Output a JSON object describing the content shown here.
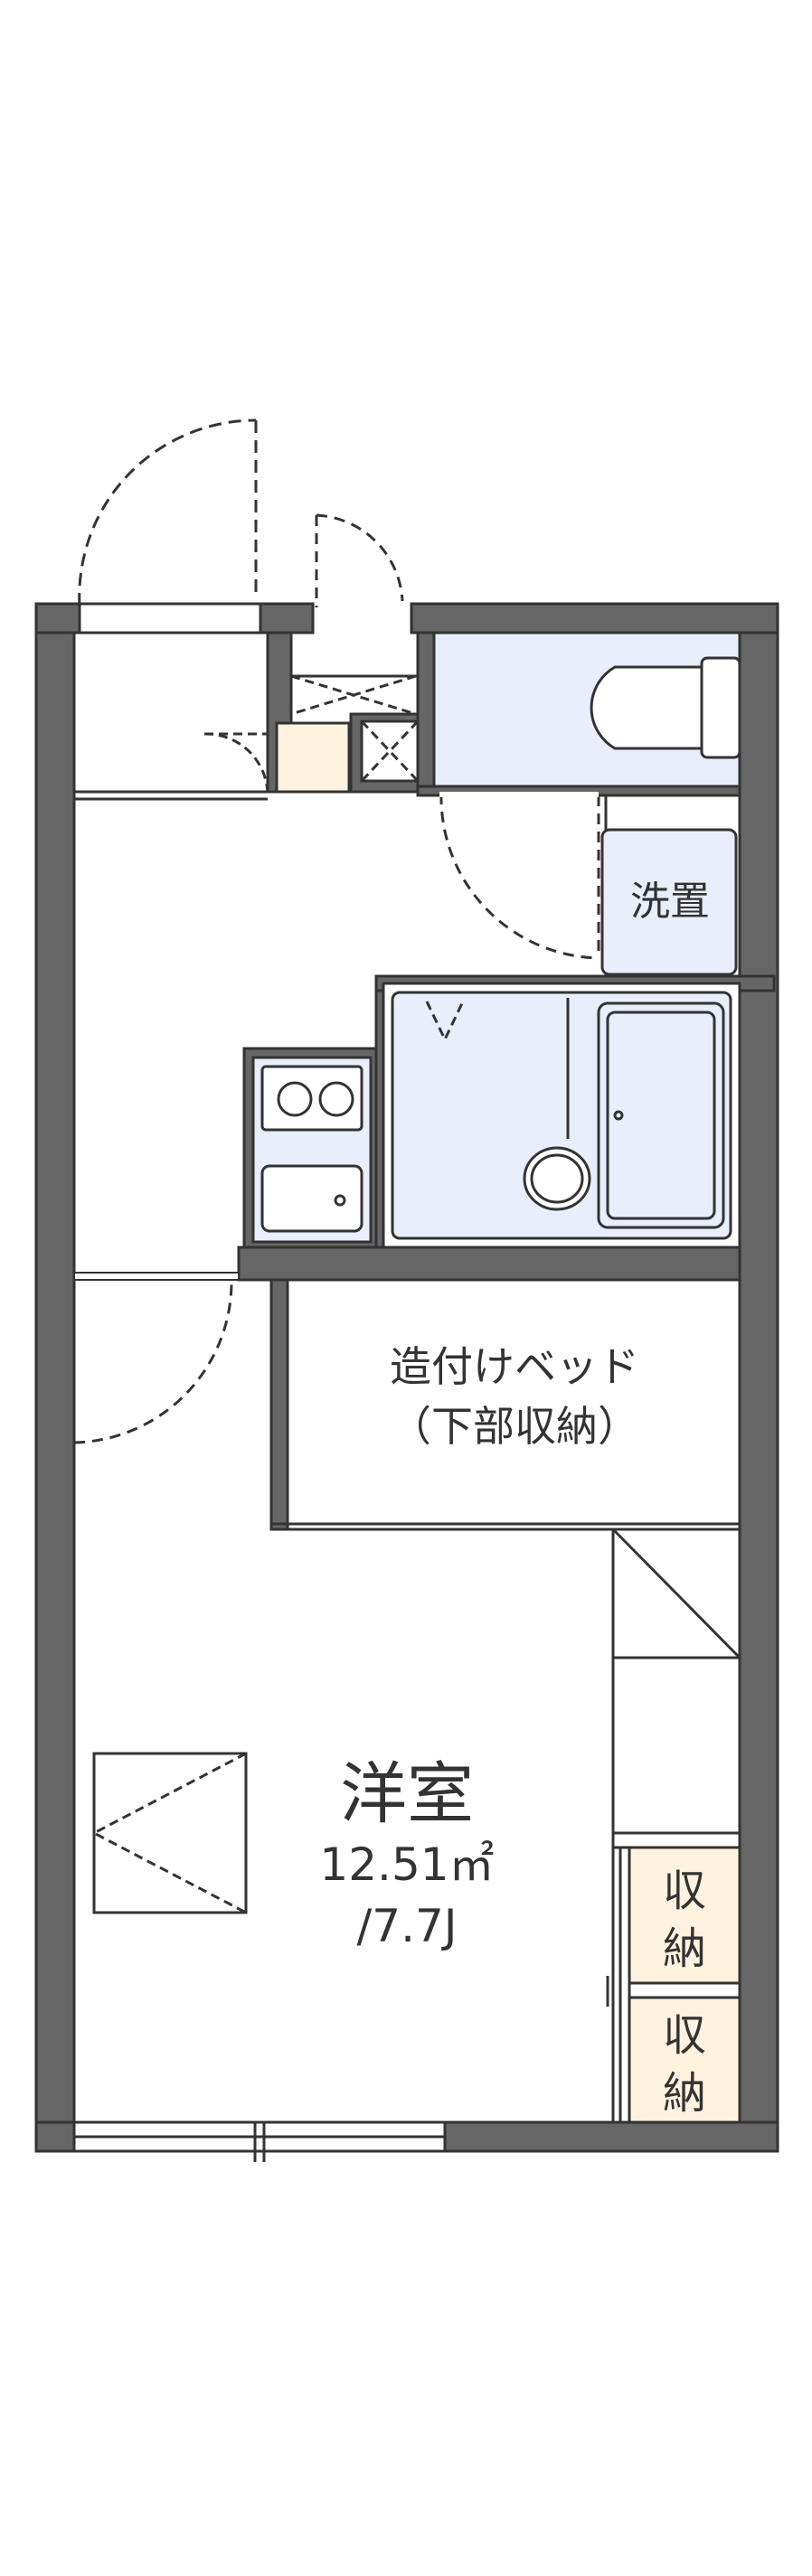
{
  "colors": {
    "wall": "#666666",
    "outline": "#333333",
    "wet_area": "#E8EEFB",
    "storage_fill": "#FFF3DF",
    "background": "#FFFFFF"
  },
  "rooms": {
    "washroom": "洗置",
    "built_in_bed_line1": "造付けベッド",
    "built_in_bed_line2": "（下部収納）",
    "main_room": "洋室",
    "area_sqm": "12.51㎡",
    "area_jo": "/7.7J",
    "storage_1_top": "収",
    "storage_1_bottom": "納",
    "storage_2_top": "収",
    "storage_2_bottom": "納"
  },
  "icons": [
    "toilet-icon",
    "bathtub-icon",
    "basin-icon",
    "sink-icon",
    "stove-icon",
    "door-swing-icon"
  ]
}
